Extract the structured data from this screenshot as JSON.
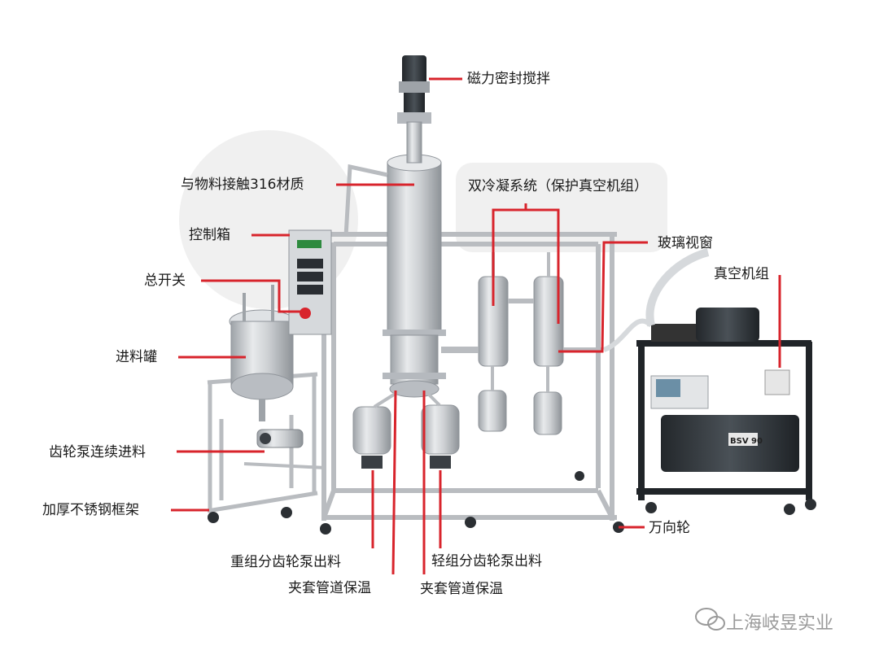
{
  "labels": {
    "magnetic_stirrer": "磁力密封搅拌",
    "material_316": "与物料接触316材质",
    "dual_condenser": "双冷凝系统（保护真空机组）",
    "control_box": "控制箱",
    "glass_window": "玻璃视窗",
    "main_switch": "总开关",
    "vacuum_unit": "真空机组",
    "feed_tank": "进料罐",
    "gear_pump_feed": "齿轮泵连续进料",
    "steel_frame": "加厚不锈钢框架",
    "caster": "万向轮",
    "heavy_pump": "重组分齿轮泵出料",
    "light_pump": "轻组分齿轮泵出料",
    "jacket_left": "夹套管道保温",
    "jacket_right": "夹套管道保温"
  },
  "equipment": {
    "pump_model": "BSV 90"
  },
  "watermark": {
    "text": "上海岐昱实业"
  },
  "colors": {
    "leader": "#d8242c",
    "steel": "#c9ccd0",
    "frame": "#b9bcc0",
    "machine": "#3a3f44"
  }
}
